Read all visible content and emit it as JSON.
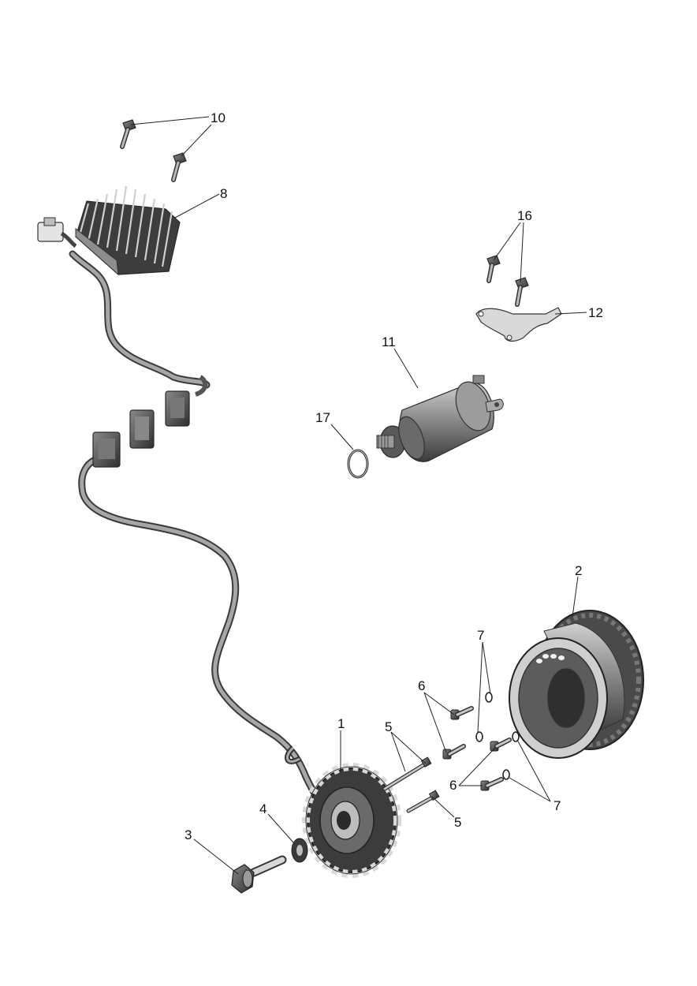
{
  "diagram": {
    "callouts": {
      "c1": "1",
      "c2": "2",
      "c3": "3",
      "c4": "4",
      "c5a": "5",
      "c5b": "5",
      "c6a": "6",
      "c6b": "6",
      "c7a": "7",
      "c7b": "7",
      "c8": "8",
      "c10": "10",
      "c11": "11",
      "c12": "12",
      "c16": "16",
      "c17": "17"
    },
    "parts": [
      {
        "ref": "1",
        "icon": "stator-icon"
      },
      {
        "ref": "2",
        "icon": "rotor-icon"
      },
      {
        "ref": "3",
        "icon": "bolt-icon"
      },
      {
        "ref": "4",
        "icon": "washer-icon"
      },
      {
        "ref": "5",
        "icon": "bolt-icon"
      },
      {
        "ref": "6",
        "icon": "bolt-icon"
      },
      {
        "ref": "7",
        "icon": "washer-icon"
      },
      {
        "ref": "8",
        "icon": "regulator-rectifier-icon"
      },
      {
        "ref": "10",
        "icon": "bolt-icon"
      },
      {
        "ref": "11",
        "icon": "starter-motor-icon"
      },
      {
        "ref": "12",
        "icon": "bracket-icon"
      },
      {
        "ref": "16",
        "icon": "bolt-icon"
      },
      {
        "ref": "17",
        "icon": "o-ring-icon"
      }
    ]
  }
}
